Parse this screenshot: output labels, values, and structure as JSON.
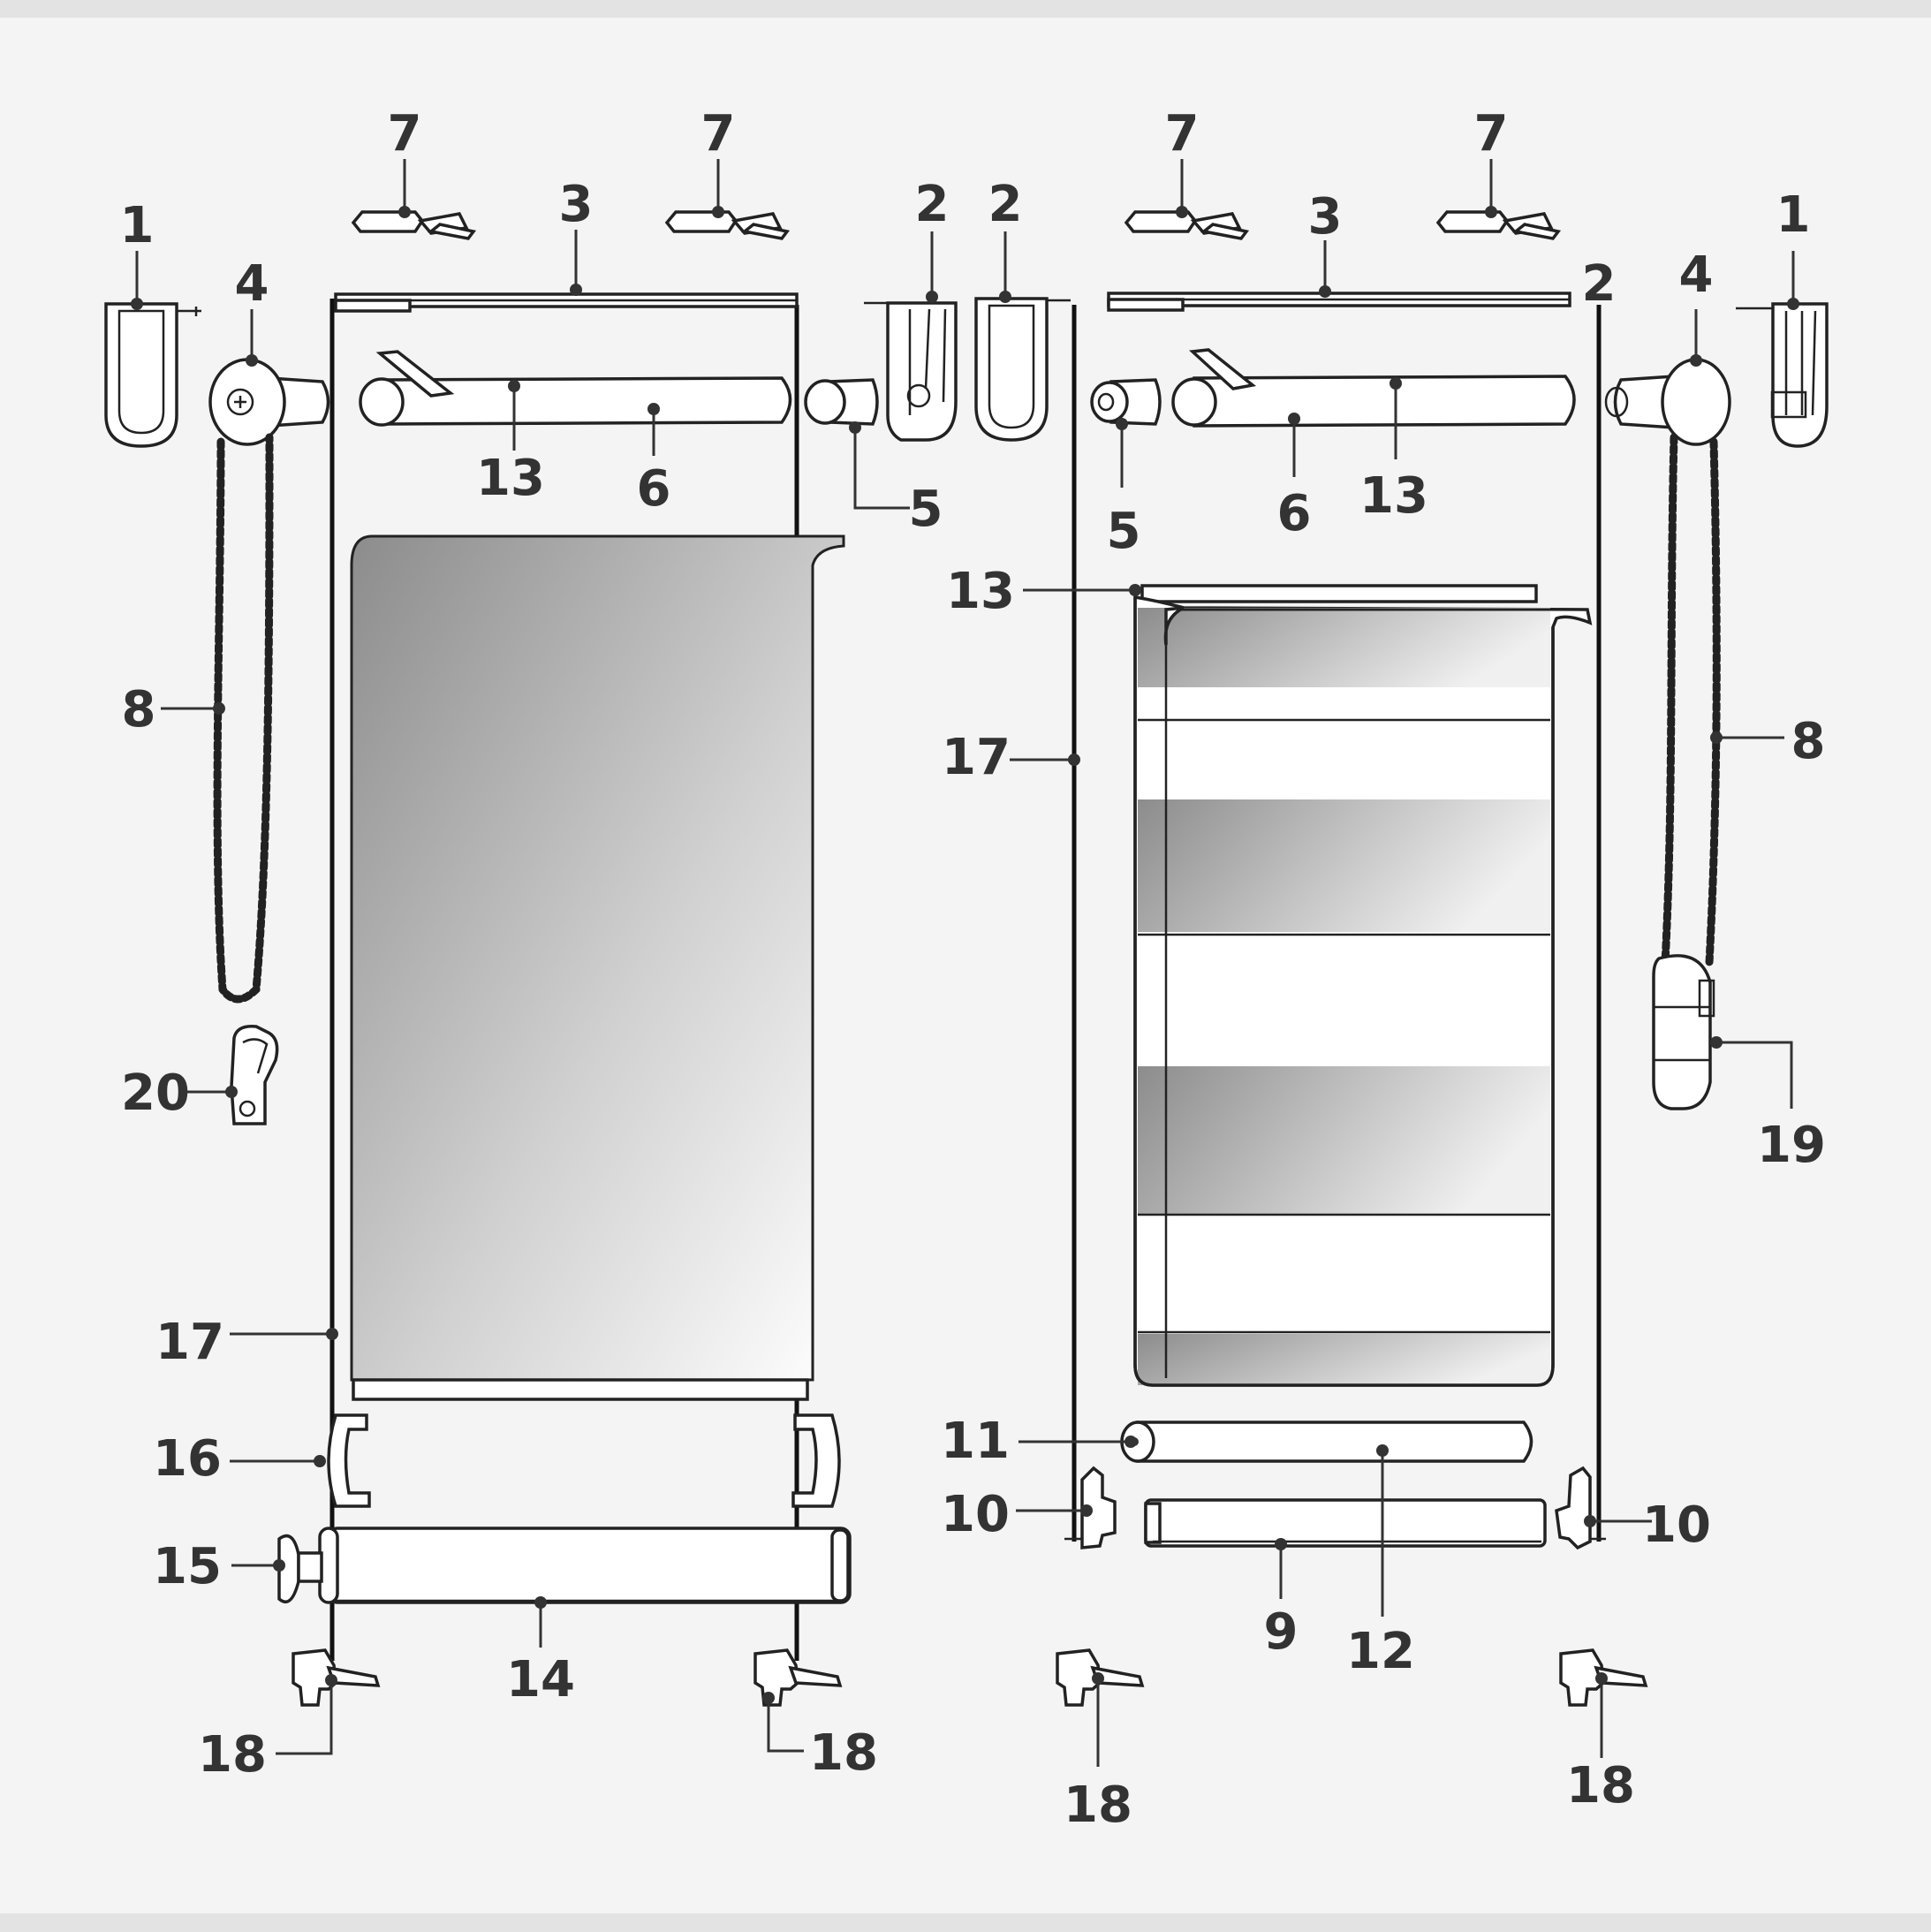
{
  "colors": {
    "background": "#f4f4f4",
    "band": "#e3e3e3",
    "ink": "#222222",
    "label": "#333333",
    "fabric_dark": "#8c8c8c",
    "fabric_light": "#ffffff"
  },
  "callouts": [
    {
      "id": "c01",
      "text": "1"
    },
    {
      "id": "c02",
      "text": "4"
    },
    {
      "id": "c03",
      "text": "7"
    },
    {
      "id": "c04",
      "text": "3"
    },
    {
      "id": "c05",
      "text": "7"
    },
    {
      "id": "c06",
      "text": "2"
    },
    {
      "id": "c07",
      "text": "13"
    },
    {
      "id": "c08",
      "text": "6"
    },
    {
      "id": "c09",
      "text": "5"
    },
    {
      "id": "c10",
      "text": "8"
    },
    {
      "id": "c11",
      "text": "20"
    },
    {
      "id": "c12",
      "text": "17"
    },
    {
      "id": "c13",
      "text": "16"
    },
    {
      "id": "c14",
      "text": "15"
    },
    {
      "id": "c15",
      "text": "14"
    },
    {
      "id": "c16",
      "text": "18"
    },
    {
      "id": "c17",
      "text": "18"
    },
    {
      "id": "c18",
      "text": "2"
    },
    {
      "id": "c19",
      "text": "7"
    },
    {
      "id": "c20",
      "text": "3"
    },
    {
      "id": "c21",
      "text": "7"
    },
    {
      "id": "c22",
      "text": "2"
    },
    {
      "id": "c23",
      "text": "4"
    },
    {
      "id": "c24",
      "text": "1"
    },
    {
      "id": "c25",
      "text": "5"
    },
    {
      "id": "c26",
      "text": "6"
    },
    {
      "id": "c27",
      "text": "13"
    },
    {
      "id": "c28",
      "text": "13"
    },
    {
      "id": "c29",
      "text": "17"
    },
    {
      "id": "c30",
      "text": "8"
    },
    {
      "id": "c31",
      "text": "19"
    },
    {
      "id": "c32",
      "text": "11"
    },
    {
      "id": "c33",
      "text": "10"
    },
    {
      "id": "c34",
      "text": "10"
    },
    {
      "id": "c35",
      "text": "9"
    },
    {
      "id": "c36",
      "text": "12"
    },
    {
      "id": "c37",
      "text": "18"
    },
    {
      "id": "c38",
      "text": "18"
    }
  ]
}
